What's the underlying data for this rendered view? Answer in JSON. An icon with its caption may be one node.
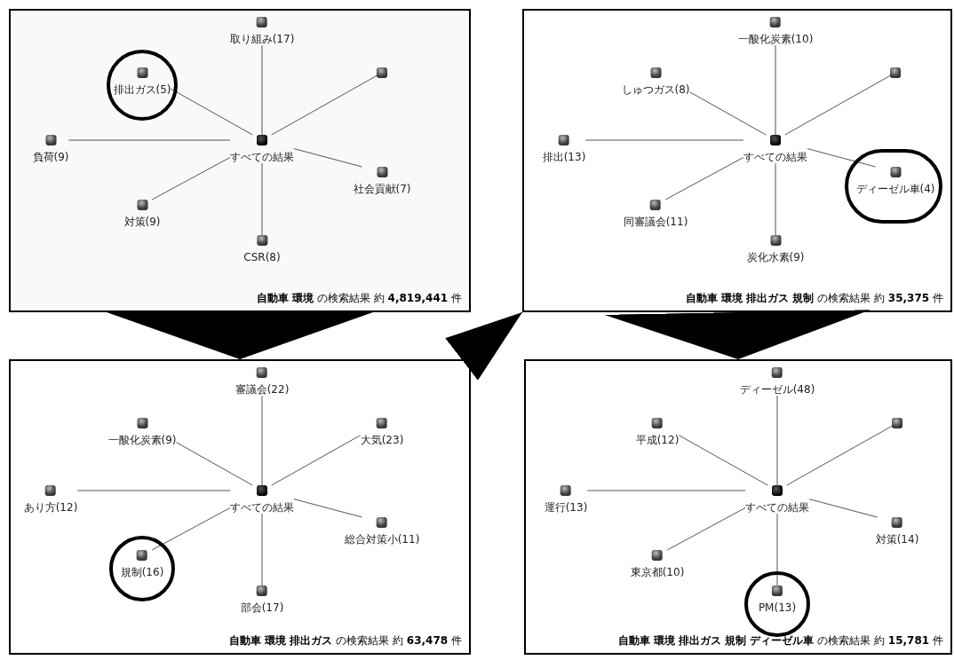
{
  "diagram": {
    "nodes": [
      {
        "text": [
          "**自動車 環境** の検索結果 約 **4,819,441** 件"
        ]
      },
      {
        "text": [
          "すべての結果"
        ],
        "in": 0
      },
      {
        "text": [
          "取り組み(17)"
        ],
        "in": 0
      },
      {
        "text": [],
        "shape": "circle",
        "in": 0
      },
      {
        "text": [
          "排出ガス(5)"
        ],
        "in": 3
      },
      {
        "text": [],
        "shape": "dot",
        "in": 0
      },
      {
        "text": [
          "負荷(9)"
        ],
        "in": 0
      },
      {
        "text": [
          "社会貢献(7)"
        ],
        "in": 0
      },
      {
        "text": [
          "対策(9)"
        ],
        "in": 0
      },
      {
        "text": [
          "CSR(8)"
        ],
        "in": 0
      },
      {
        "text": [
          "**自動車 環境 排出ガス 規制** の検索結果 約 **35,375** 件"
        ]
      },
      {
        "text": [
          "すべての結果"
        ],
        "in": 10
      },
      {
        "text": [
          "一酸化炭素(10)"
        ],
        "in": 10
      },
      {
        "text": [
          "しゅつガス(8)"
        ],
        "in": 10
      },
      {
        "text": [],
        "shape": "dot",
        "in": 10
      },
      {
        "text": [
          "排出(13)"
        ],
        "in": 10
      },
      {
        "text": [],
        "shape": "circle",
        "in": 10
      },
      {
        "text": [
          "ディーゼル車(4)"
        ],
        "in": 16
      },
      {
        "text": [
          "同審議会(11)"
        ],
        "in": 10
      },
      {
        "text": [
          "炭化水素(9)"
        ],
        "in": 10
      },
      {
        "text": [
          "**自動車 環境 排出ガス** の検索結果 約 **63,478** 件"
        ]
      },
      {
        "text": [
          "すべての結果"
        ],
        "in": 20
      },
      {
        "text": [
          "審議会(22)"
        ],
        "in": 20
      },
      {
        "text": [
          "一酸化炭素(9)"
        ],
        "in": 20
      },
      {
        "text": [
          "大気(23)"
        ],
        "in": 20
      },
      {
        "text": [
          "あり方(12)"
        ],
        "in": 20
      },
      {
        "text": [
          "総合対策小(11)"
        ],
        "in": 20
      },
      {
        "text": [],
        "shape": "circle",
        "in": 20
      },
      {
        "text": [
          "規制(16)"
        ],
        "in": 27
      },
      {
        "text": [
          "部会(17)"
        ],
        "in": 20
      },
      {
        "text": [
          "**自動車 環境 排出ガス 規制 ディーゼル車** の検索結果 約 **15,781** 件"
        ]
      },
      {
        "text": [
          "すべての結果"
        ],
        "in": 30
      },
      {
        "text": [
          "ディーゼル(48)"
        ],
        "in": 30
      },
      {
        "text": [
          "平成(12)"
        ],
        "in": 30
      },
      {
        "text": [],
        "shape": "dot",
        "in": 30
      },
      {
        "text": [
          "運行(13)"
        ],
        "in": 30
      },
      {
        "text": [
          "対策(14)"
        ],
        "in": 30
      },
      {
        "text": [
          "東京都(10)"
        ],
        "in": 30
      },
      {
        "text": [],
        "shape": "circle",
        "in": 30
      },
      {
        "text": [
          "PM(13)"
        ],
        "in": 38
      }
    ],
    "edges": [
      {
        "from": 1,
        "to": 2,
        "arrow": "none"
      },
      {
        "from": 1,
        "to": 4,
        "arrow": "none"
      },
      {
        "from": 1,
        "to": 5,
        "arrow": "none"
      },
      {
        "from": 1,
        "to": 6,
        "arrow": "none"
      },
      {
        "from": 1,
        "to": 7,
        "arrow": "none"
      },
      {
        "from": 1,
        "to": 8,
        "arrow": "none"
      },
      {
        "from": 1,
        "to": 9,
        "arrow": "none"
      },
      {
        "from": 11,
        "to": 12,
        "arrow": "none"
      },
      {
        "from": 11,
        "to": 13,
        "arrow": "none"
      },
      {
        "from": 11,
        "to": 14,
        "arrow": "none"
      },
      {
        "from": 11,
        "to": 15,
        "arrow": "none"
      },
      {
        "from": 11,
        "to": 17,
        "arrow": "none"
      },
      {
        "from": 11,
        "to": 18,
        "arrow": "none"
      },
      {
        "from": 11,
        "to": 19,
        "arrow": "none"
      },
      {
        "from": 21,
        "to": 22,
        "arrow": "none"
      },
      {
        "from": 21,
        "to": 23,
        "arrow": "none"
      },
      {
        "from": 21,
        "to": 24,
        "arrow": "none"
      },
      {
        "from": 21,
        "to": 25,
        "arrow": "none"
      },
      {
        "from": 21,
        "to": 26,
        "arrow": "none"
      },
      {
        "from": 21,
        "to": 28,
        "arrow": "none"
      },
      {
        "from": 21,
        "to": 29,
        "arrow": "none"
      },
      {
        "from": 31,
        "to": 32,
        "arrow": "none"
      },
      {
        "from": 31,
        "to": 33,
        "arrow": "none"
      },
      {
        "from": 31,
        "to": 34,
        "arrow": "none"
      },
      {
        "from": 31,
        "to": 35,
        "arrow": "none"
      },
      {
        "from": 31,
        "to": 36,
        "arrow": "none"
      },
      {
        "from": 31,
        "to": 37,
        "arrow": "none"
      },
      {
        "from": 31,
        "to": 39,
        "arrow": "none"
      },
      {
        "from": 0,
        "to": 20,
        "arrow": "to"
      },
      {
        "from": 20,
        "to": 10,
        "arrow": "to"
      },
      {
        "from": 10,
        "to": 30,
        "arrow": "to"
      }
    ]
  }
}
